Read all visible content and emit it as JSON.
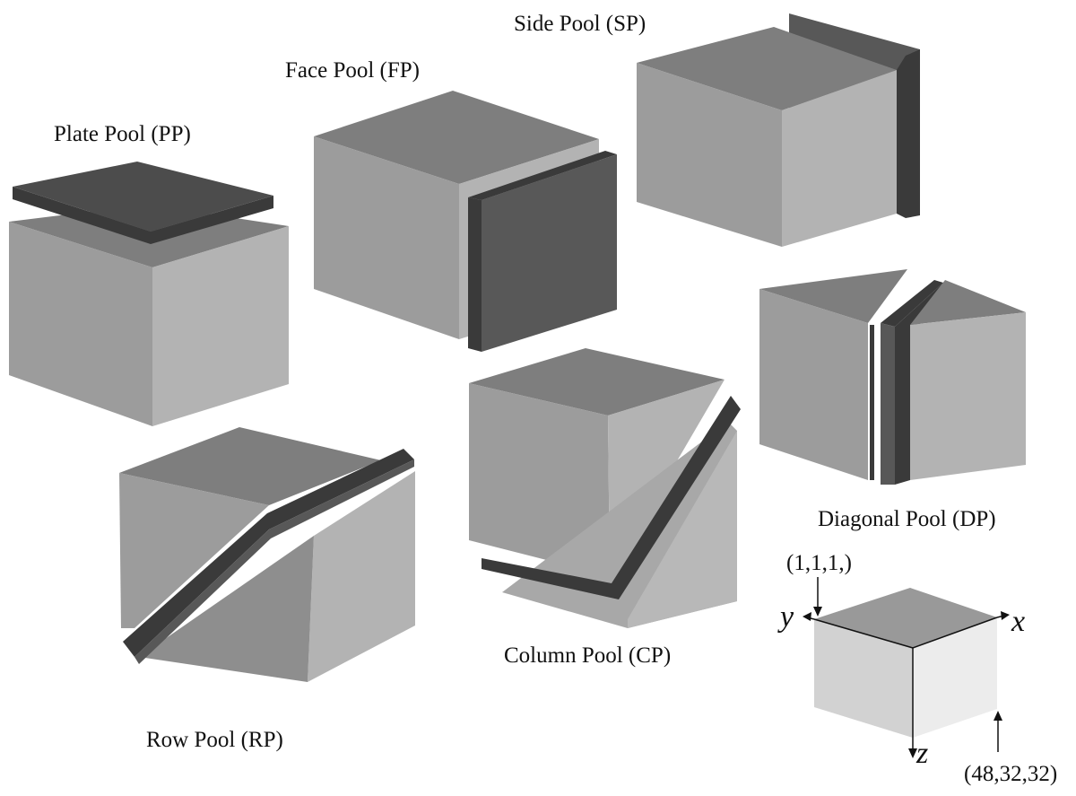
{
  "pools": {
    "plate": "Plate Pool (PP)",
    "face": "Face Pool (FP)",
    "side": "Side Pool (SP)",
    "diagonal": "Diagonal Pool (DP)",
    "row": "Row Pool (RP)",
    "column": "Column Pool (CP)"
  },
  "axes": {
    "x": "x",
    "y": "y",
    "z": "z"
  },
  "coords": {
    "origin": "(1,1,1,)",
    "corner": "(48,32,32)"
  }
}
